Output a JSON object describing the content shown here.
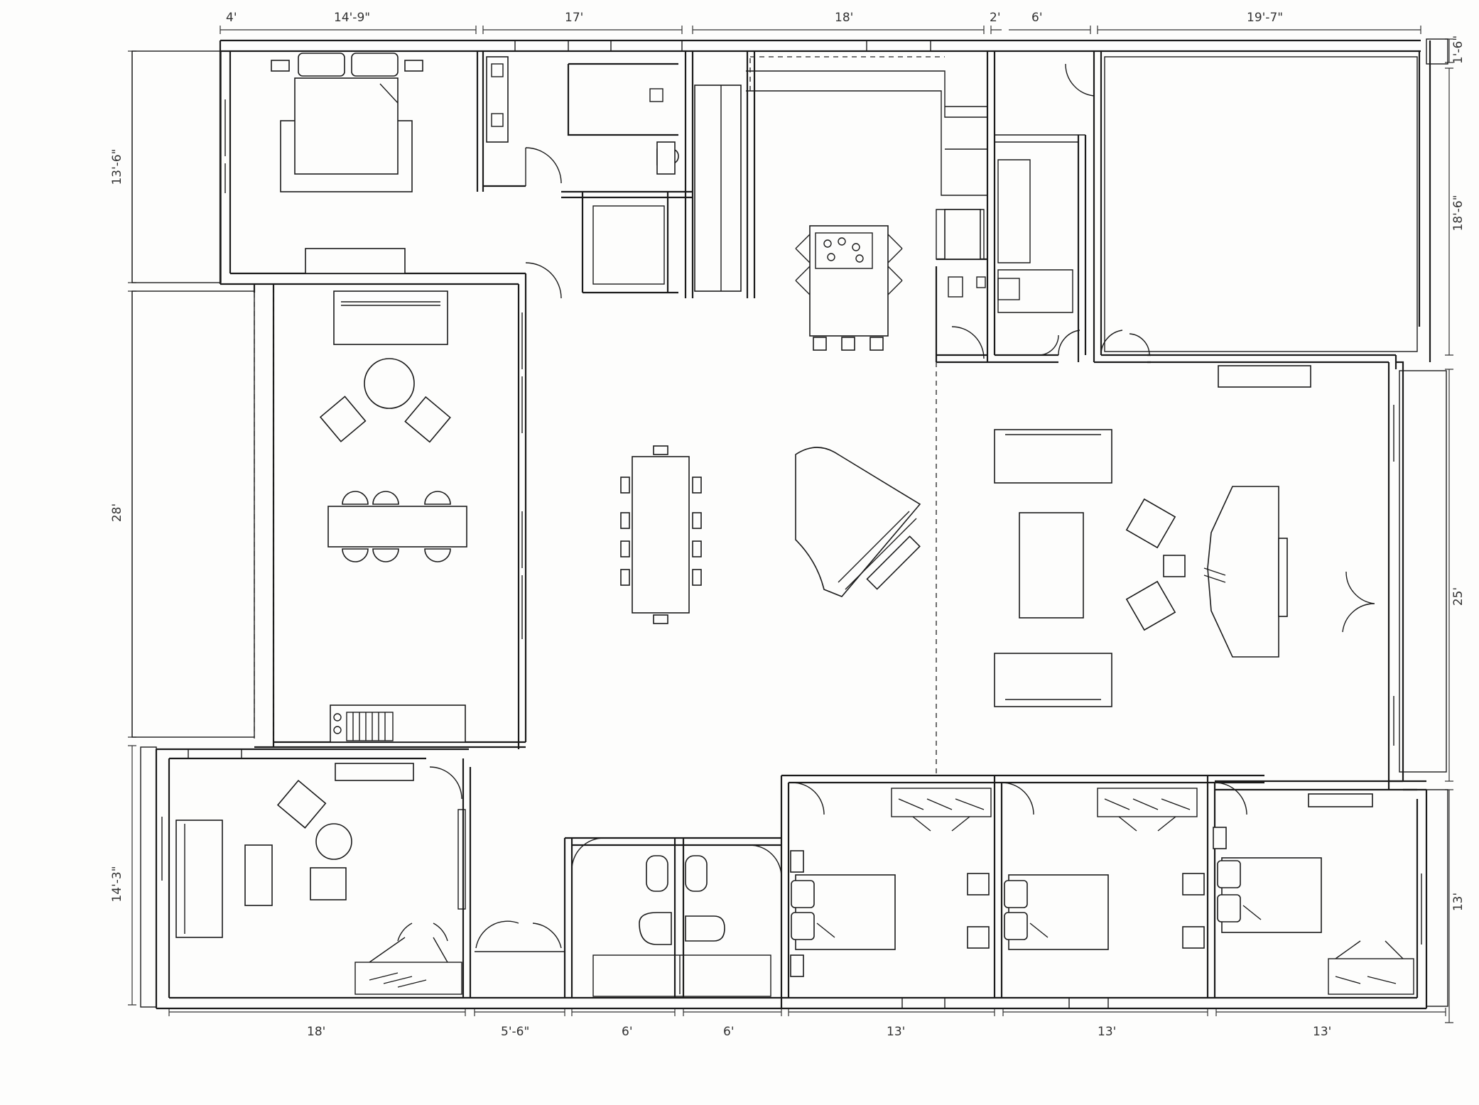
{
  "drawing": {
    "dimensions_top": [
      "4'",
      "14'-9\"",
      "17'",
      "18'",
      "2'",
      "6'",
      "19'-7\""
    ],
    "dimensions_bottom": [
      "18'",
      "5'-6\"",
      "6'",
      "6'",
      "13'",
      "13'",
      "13'"
    ],
    "dimensions_left": [
      "13'-6\"",
      "28'",
      "14'-3\""
    ],
    "dimensions_right": [
      "1'-6\"",
      "18'-6\"",
      "25'",
      "13'"
    ]
  }
}
